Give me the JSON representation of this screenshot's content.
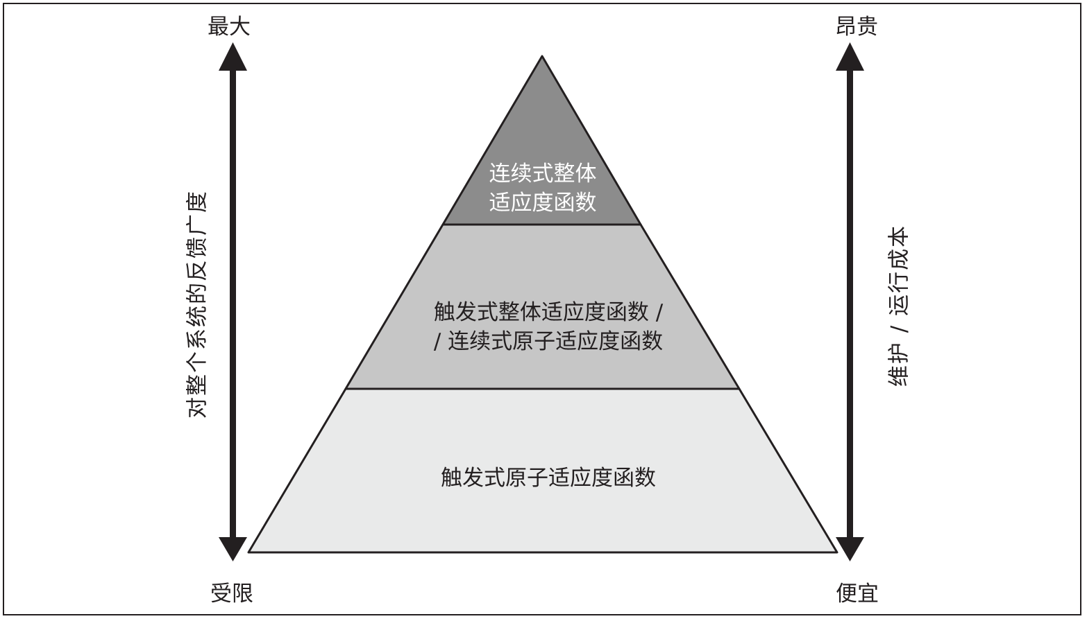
{
  "left_axis": {
    "top_label": "最大",
    "bottom_label": "受限",
    "title": "对整个系统的反馈广度"
  },
  "right_axis": {
    "top_label": "昂贵",
    "bottom_label": "便宜",
    "title": "维护 / 运行成本"
  },
  "pyramid": {
    "top": {
      "line1": "连续式整体",
      "line2": "适应度函数",
      "fill": "#8c8c8c",
      "text_color": "#ffffff"
    },
    "middle": {
      "line1": "触发式整体适应度函数 /",
      "line2": "/ 连续式原子适应度函数",
      "fill": "#c6c6c6",
      "text_color": "#231f20"
    },
    "bottom": {
      "line1": "触发式原子适应度函数",
      "fill": "#e9eaea",
      "text_color": "#231f20"
    }
  }
}
